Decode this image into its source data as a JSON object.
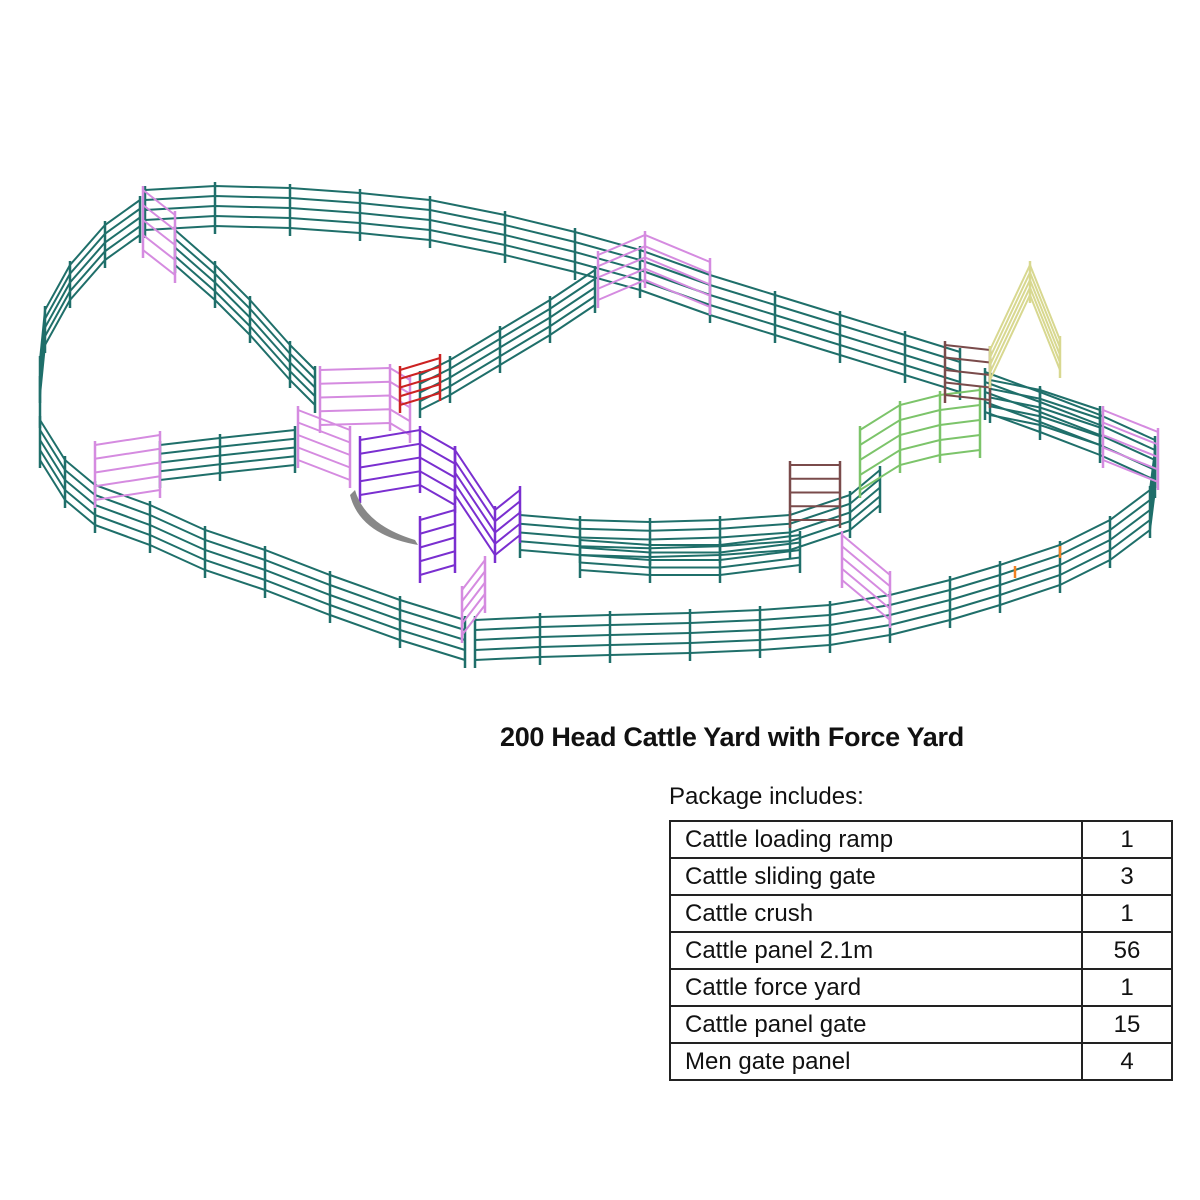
{
  "title": "200 Head Cattle Yard with Force Yard",
  "package_caption": "Package includes:",
  "items": [
    {
      "name": "Cattle loading ramp",
      "qty": "1"
    },
    {
      "name": "Cattle sliding gate",
      "qty": "3"
    },
    {
      "name": "Cattle crush",
      "qty": "1"
    },
    {
      "name": "Cattle panel 2.1m",
      "qty": "56"
    },
    {
      "name": "Cattle force yard",
      "qty": "1"
    },
    {
      "name": "Cattle panel gate",
      "qty": "15"
    },
    {
      "name": "Men gate panel",
      "qty": "4"
    }
  ],
  "colors": {
    "panel": "#1f6f6a",
    "gate": "#d58be0",
    "force_yard": "#7a2fd0",
    "crush": "#7cc46a",
    "sliding_gate": "#7a4b4b",
    "ramp": "#d8d890",
    "men_gate": "#f08020",
    "red_gate": "#cc2222"
  }
}
